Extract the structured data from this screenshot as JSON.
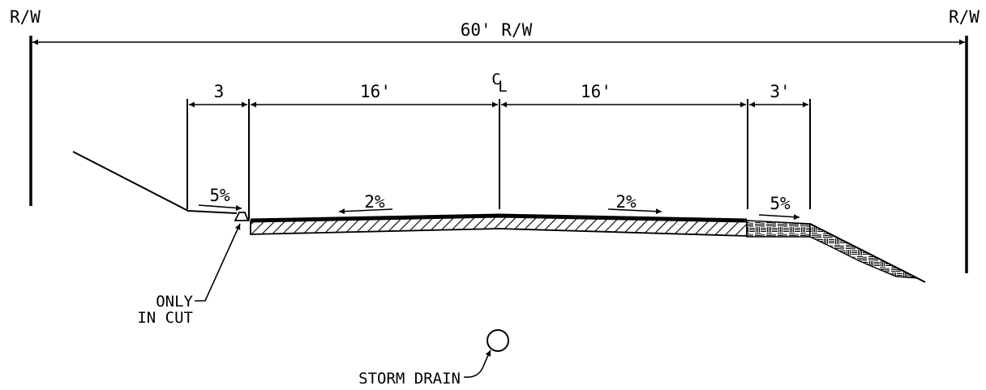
{
  "labels": {
    "rw_left": "R/W",
    "rw_right": "R/W",
    "rw_width": "60' R/W",
    "dim_left_shoulder": "3",
    "dim_left_lane": "16'",
    "dim_right_lane": "16'",
    "dim_right_shoulder": "3'",
    "centerline": "CL",
    "slope_left_shoulder": "5%",
    "slope_left_lane": "2%",
    "slope_right_lane": "2%",
    "slope_right_shoulder": "5%",
    "curb_note_line1": "ONLY",
    "curb_note_line2": "IN CUT",
    "storm_drain": "STORM DRAIN"
  }
}
